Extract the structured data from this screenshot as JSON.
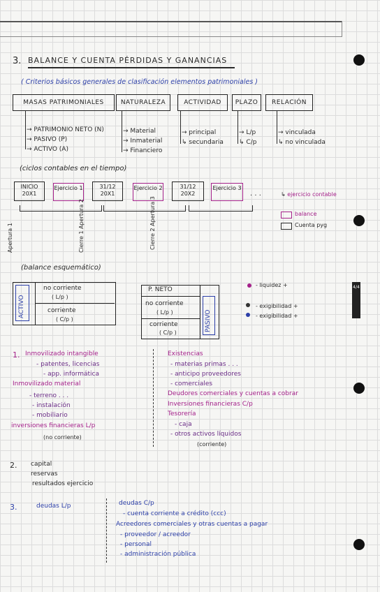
{
  "heading": {
    "number": "3.",
    "title": "BALANCE Y CUENTA PÉRDIDAS Y GANANCIAS"
  },
  "criteria_note": "( Criterios básicos generales de clasificación elementos patrimoniales )",
  "classification": {
    "headers": [
      "MASAS PATRIMONIALES",
      "NATURALEZA",
      "ACTIVIDAD",
      "PLAZO",
      "RELACIÓN"
    ],
    "masas": [
      "PATRIMONIO NETO (N)",
      "PASIVO (P)",
      "ACTIVO (A)"
    ],
    "naturaleza": [
      "Material",
      "Inmaterial",
      "Financiero"
    ],
    "actividad": [
      "principal",
      "secundaria"
    ],
    "plazo": [
      "L/p",
      "C/p"
    ],
    "relacion": [
      "vinculada",
      "no vinculada"
    ]
  },
  "cycles": {
    "note": "(ciclos contables en el tiempo)",
    "boxes": [
      "INICIO 20X1",
      "Ejercicio 1",
      "31/12 20X1",
      "Ejercicio 2",
      "31/12 20X2",
      "Ejercicio 3"
    ],
    "dots": ". . .",
    "legend": [
      "ejercicio contable",
      "balance",
      "Cuenta pyg"
    ],
    "vertical_labels": [
      "Apertura 1",
      "Cierre 1 Apertura 2",
      "Cierre 2 Apertura 3"
    ]
  },
  "balance": {
    "note": "(balance esquemático)",
    "activo": "ACTIVO",
    "no_corriente": "no corriente",
    "no_corriente_sub": "( L/p )",
    "corriente": "corriente",
    "corriente_sub": "( C/p )",
    "pn": "P. NETO",
    "pasivo": "PASIVO",
    "p_no_corriente": "no corriente",
    "p_no_corriente_sub": "( L/p )",
    "p_corriente": "corriente",
    "p_corriente_sub": "( C/p )",
    "legend": [
      "- liquidez +",
      "- exigibilidad +",
      "- exigibilidad +"
    ]
  },
  "section1": {
    "num": "1.",
    "left": [
      "Inmovilizado intangible",
      "- patentes, licencias",
      "- app. informática",
      "Inmovilizado material",
      "- terreno . . .",
      "- instalación",
      "- mobiliario",
      "inversiones financieras L/p",
      "(no corriente)"
    ],
    "right": [
      "Existencias",
      "- materias primas . . .",
      "- anticipo proveedores",
      "- comerciales",
      "Deudores comerciales y cuentas a cobrar",
      "Inversiones financieras C/p",
      "Tesorería",
      "- caja",
      "- otros activos líquidos",
      "(corriente)"
    ]
  },
  "section2": {
    "num": "2.",
    "items": [
      "capital",
      "reservas",
      "resultados ejercicio"
    ]
  },
  "section3": {
    "num": "3.",
    "left": "deudas L/p",
    "right": [
      "deudas C/p",
      "- cuenta corriente a crédito (ccc)",
      "Acreedores comerciales y otras cuentas a pagar",
      "- proveedor / acreedor",
      "- personal",
      "- administración pública"
    ]
  },
  "side_tab": "4/4"
}
